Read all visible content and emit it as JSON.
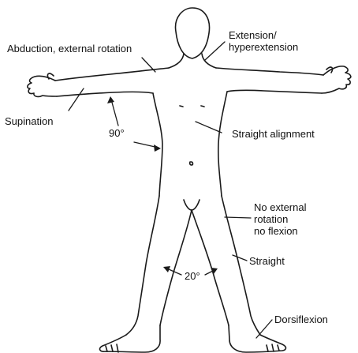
{
  "diagram": {
    "colors": {
      "outline": "#1a1a1a",
      "text": "#111111",
      "background": "#ffffff"
    },
    "labels": {
      "abduction": "Abduction, external rotation",
      "extension_line1": "Extension/",
      "extension_line2": "hyperextension",
      "supination": "Supination",
      "angle_arm": "90°",
      "straight_alignment": "Straight alignment",
      "no_external_line1": "No external",
      "no_external_line2": "rotation",
      "no_external_line3": "no flexion",
      "straight": "Straight",
      "angle_legs": "20°",
      "dorsiflexion": "Dorsiflexion"
    }
  }
}
